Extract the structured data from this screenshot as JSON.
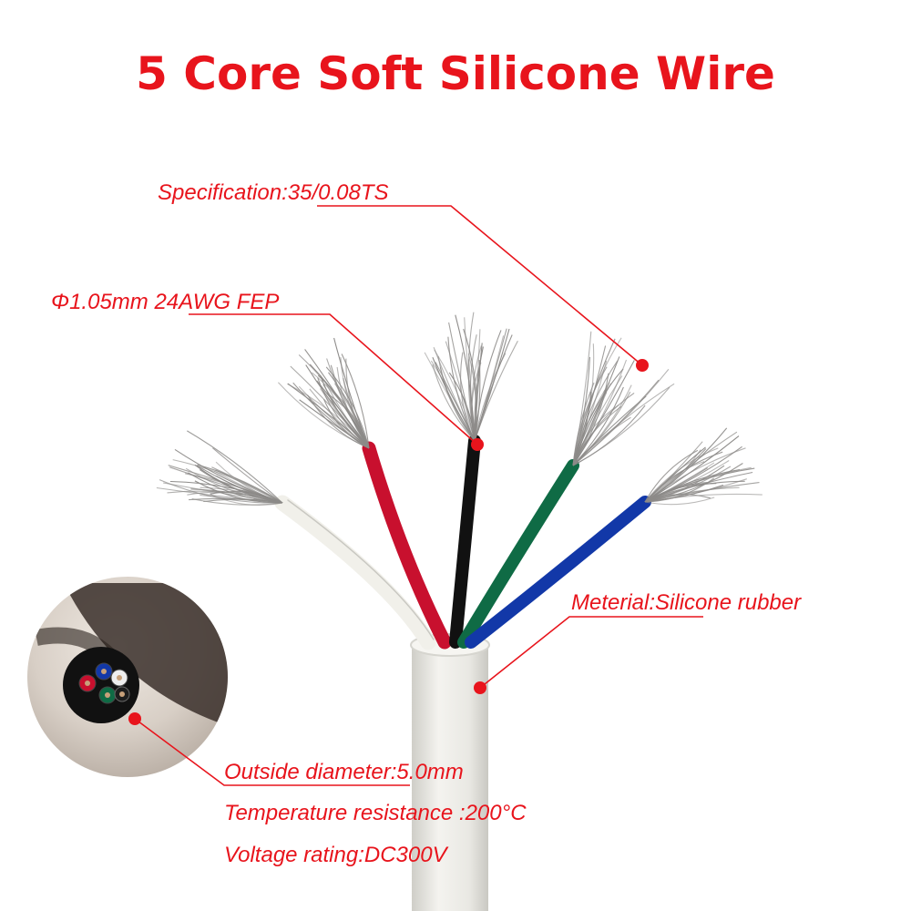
{
  "title": "5 Core Soft Silicone Wire",
  "labels": {
    "specification": "Specification:35/0.08TS",
    "conductor": "Φ1.05mm 24AWG FEP",
    "material": "Meterial:Silicone rubber",
    "outside_diameter": "Outside diameter:5.0mm",
    "temperature": "Temperature resistance :200°C",
    "voltage": "Voltage rating:DC300V"
  },
  "colors": {
    "accent": "#e8141c",
    "jacket": "#ecebe6",
    "core_white": "#f2f1ec",
    "core_red": "#c8102e",
    "core_black": "#111111",
    "core_green": "#0f6b45",
    "core_blue": "#1238a8",
    "copper_strand": "#8c8a88"
  }
}
